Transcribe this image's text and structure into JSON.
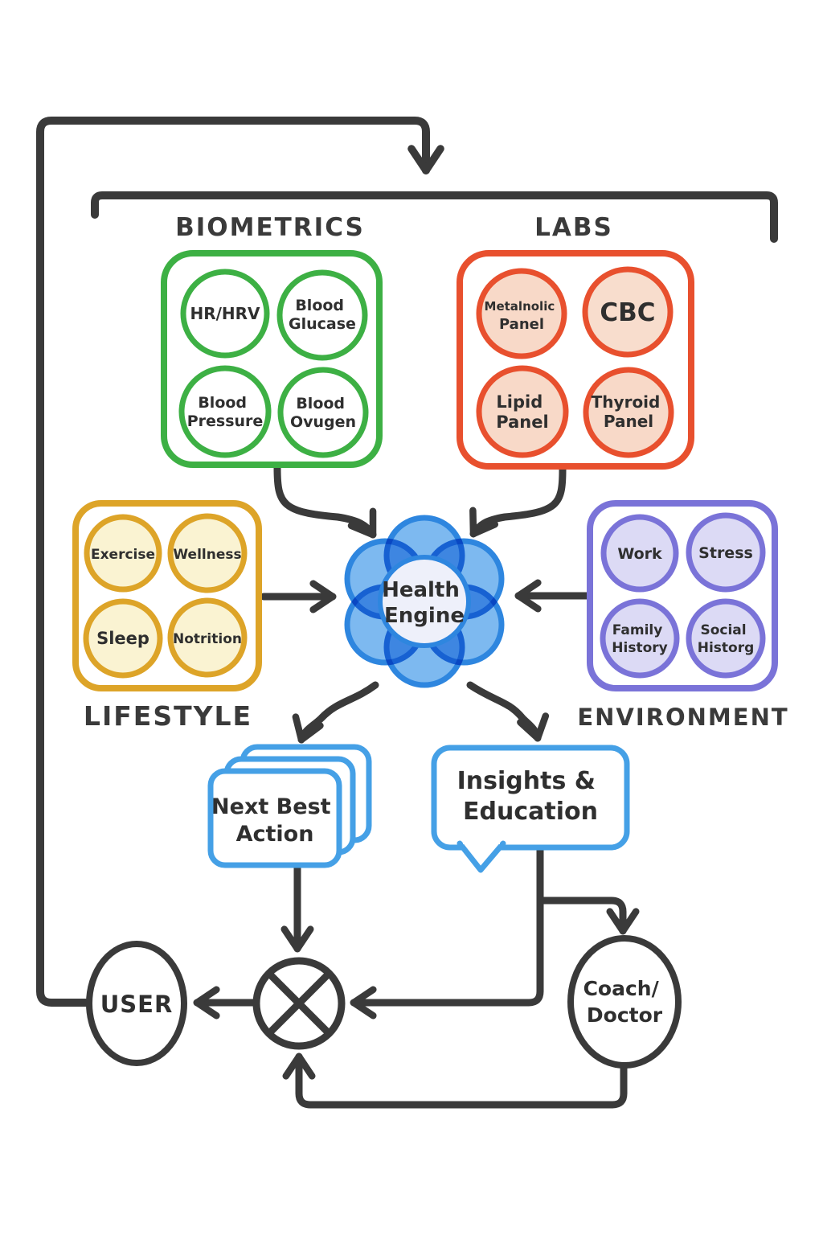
{
  "colors": {
    "ink": "#3a3a3a",
    "biometrics_green": "#3db044",
    "labs_red": "#e8502e",
    "labs_circle_fill": "#f8d9c8",
    "lifestyle_gold": "#dda428",
    "lifestyle_circle_fill": "#faf3d2",
    "environment_purple": "#7a73d8",
    "environment_circle_fill": "#dcdaf5",
    "engine_blue": "#2e86df",
    "engine_petal_fill": "#7db9f0",
    "engine_center_fill": "#eef0fa",
    "output_blue": "#45a0e6"
  },
  "groups": {
    "biometrics": {
      "title": "BIOMETRICS",
      "items": [
        [
          "HR/HRV"
        ],
        [
          "Blood",
          "Glucase"
        ],
        [
          "Blood",
          "Pressure"
        ],
        [
          "Blood",
          "Ovugen"
        ]
      ]
    },
    "labs": {
      "title": "LABS",
      "items": [
        [
          "Metalnolic",
          "Panel"
        ],
        [
          "CBC"
        ],
        [
          "Lipid",
          "Panel"
        ],
        [
          "Thyroid",
          "Panel"
        ]
      ]
    },
    "lifestyle": {
      "title": "LIFESTYLE",
      "items": [
        [
          "Exercise"
        ],
        [
          "Wellness"
        ],
        [
          "Sleep"
        ],
        [
          "Notrition"
        ]
      ]
    },
    "environment": {
      "title": "ENVIRONMENT",
      "items": [
        [
          "Work"
        ],
        [
          "Stress"
        ],
        [
          "Family",
          "History"
        ],
        [
          "Social",
          "Historg"
        ]
      ]
    }
  },
  "engine": {
    "label": [
      "Health",
      "Engine"
    ]
  },
  "outputs": {
    "next_best_action": {
      "label": [
        "Next Best",
        "Action"
      ]
    },
    "insights": {
      "label": [
        "Insights &",
        "Education"
      ]
    }
  },
  "actors": {
    "user": {
      "label": "USER"
    },
    "coach": {
      "label": [
        "Coach/",
        "Doctor"
      ]
    }
  }
}
